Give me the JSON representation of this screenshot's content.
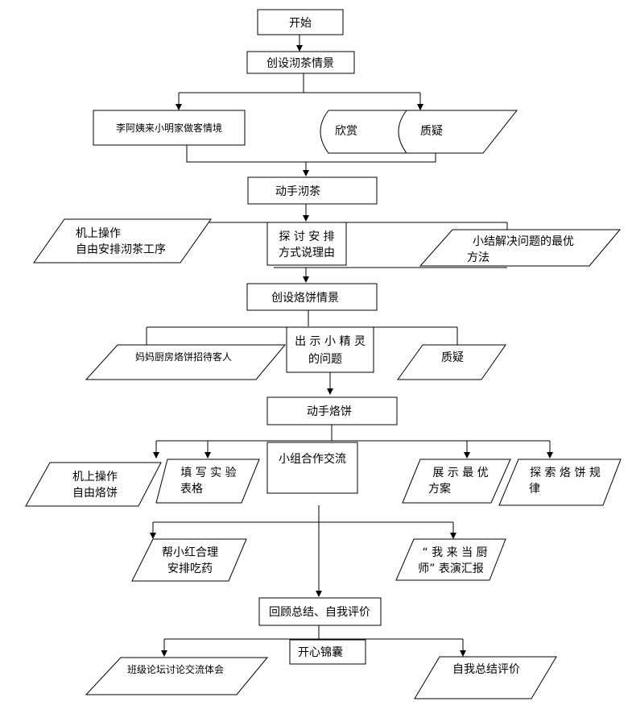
{
  "nodes": {
    "start": "开始",
    "create_tea_scene": "创设沏茶情景",
    "guest_scene": "李阿姨来小明家做客情境",
    "appreciate": "欣赏",
    "question1": "质疑",
    "make_tea": "动手沏茶",
    "tea_op_l1": "机上操作",
    "tea_op_l2": "自由安排沏茶工序",
    "discuss_l1": "探 讨 安 排",
    "discuss_l2": "方式说理由",
    "summary_l1": "小结解决问题的最优",
    "summary_l2": "方法",
    "create_pancake_scene": "创设烙饼情景",
    "mom_kitchen": "妈妈厨房烙饼招待客人",
    "elf_l1": "出 示 小 精 灵",
    "elf_l2": "的问题",
    "question2": "质疑",
    "make_pancake": "动手烙饼",
    "pancake_op_l1": "机上操作",
    "pancake_op_l2": "自由烙饼",
    "fill_table_l1": "填 写 实 验",
    "fill_table_l2": "表格",
    "group_exchange": "小组合作交流",
    "show_best_l1": "展 示 最 优",
    "show_best_l2": "方案",
    "explore_l1": "探 索 烙 饼 规",
    "explore_l2": "律",
    "help_red_l1": "帮小红合理",
    "help_red_l2": "安排吃药",
    "chef_l1": "“ 我 来 当 厨",
    "chef_l2": "师” 表演汇报",
    "review": "回顾总结、自我评价",
    "happy_bag": "开心锦囊",
    "forum": "班级论坛讨论交流体会",
    "self_eval": "自我总结评价"
  }
}
